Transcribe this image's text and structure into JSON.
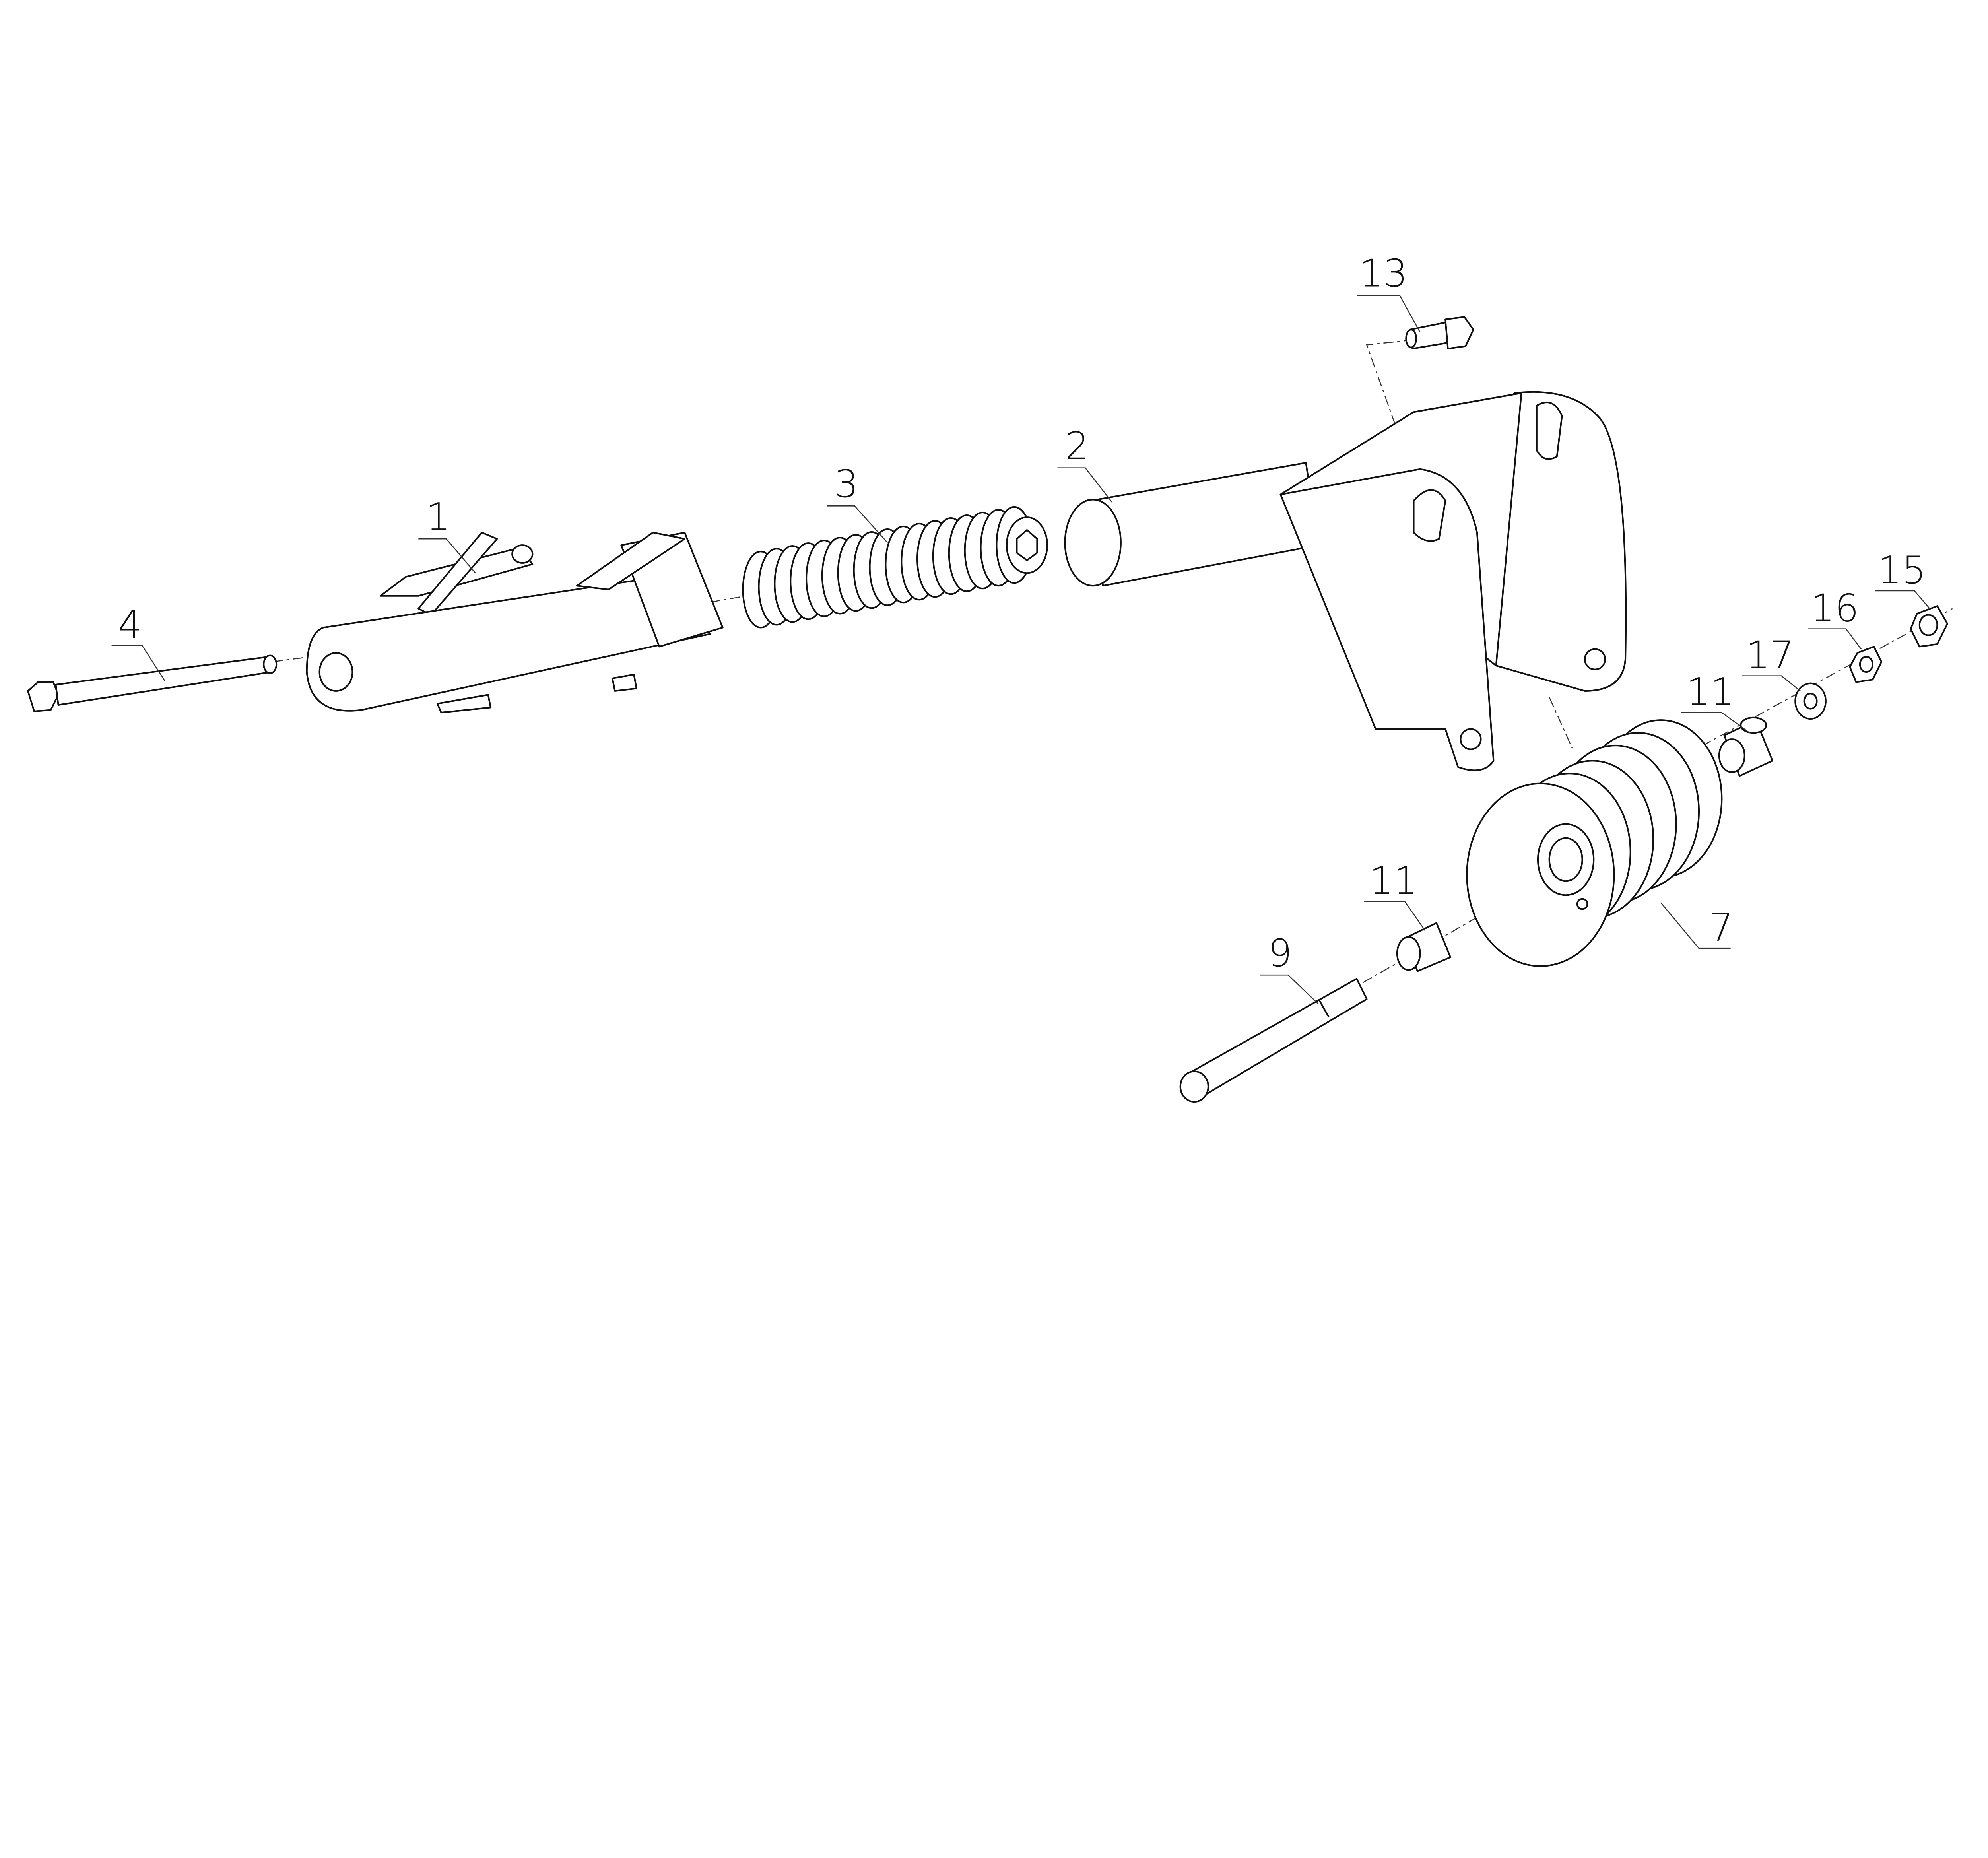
{
  "diagram": {
    "type": "exploded-assembly",
    "callouts": [
      {
        "id": "label-1",
        "text": "1"
      },
      {
        "id": "label-2",
        "text": "2"
      },
      {
        "id": "label-3",
        "text": "3"
      },
      {
        "id": "label-4",
        "text": "4"
      },
      {
        "id": "label-7",
        "text": "7"
      },
      {
        "id": "label-9",
        "text": "9"
      },
      {
        "id": "label-11a",
        "text": "11"
      },
      {
        "id": "label-11b",
        "text": "11"
      },
      {
        "id": "label-13",
        "text": "13"
      },
      {
        "id": "label-15",
        "text": "15"
      },
      {
        "id": "label-16",
        "text": "16"
      },
      {
        "id": "label-17",
        "text": "17"
      }
    ]
  }
}
